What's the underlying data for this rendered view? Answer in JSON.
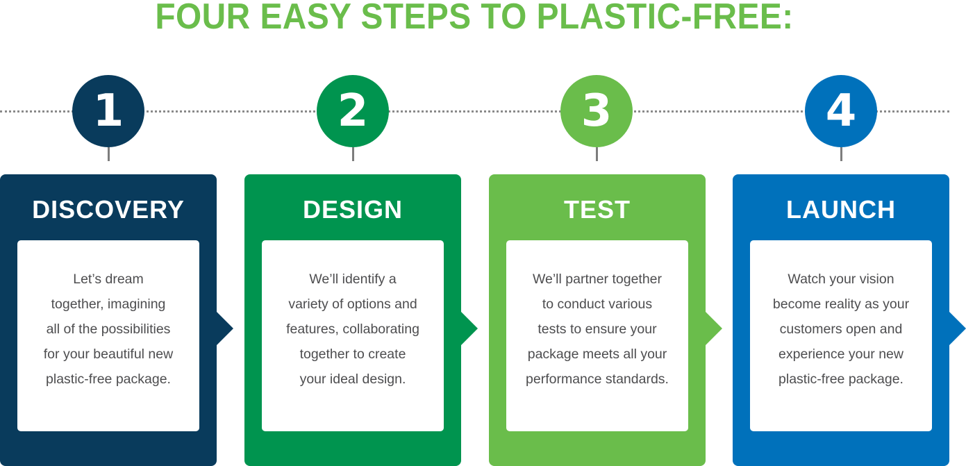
{
  "title": "FOUR EASY STEPS TO PLASTIC-FREE:",
  "colors": {
    "title": "#6abd4b",
    "connector_line": "#8a8a8a",
    "stem": "#7d7d7d",
    "body_text": "#4d4d4f"
  },
  "steps": [
    {
      "number": "1",
      "heading": "DISCOVERY",
      "color": "#093b5c",
      "lines": [
        "Let’s dream",
        "together, imagining",
        "all of the possibilities",
        "for your beautiful new",
        "plastic-free package."
      ]
    },
    {
      "number": "2",
      "heading": "DESIGN",
      "color": "#00944f",
      "lines": [
        "We’ll identify a",
        "variety of options and",
        "features, collaborating",
        "together to create",
        "your ideal design."
      ]
    },
    {
      "number": "3",
      "heading": "TEST",
      "color": "#6abd4b",
      "lines": [
        "We’ll partner together",
        "to conduct various",
        "tests to ensure your",
        "package meets all your",
        "performance standards."
      ]
    },
    {
      "number": "4",
      "heading": "LAUNCH",
      "color": "#0071bb",
      "lines": [
        "Watch your vision",
        "become reality as your",
        "customers open and",
        "experience your new",
        "plastic-free package."
      ]
    }
  ]
}
